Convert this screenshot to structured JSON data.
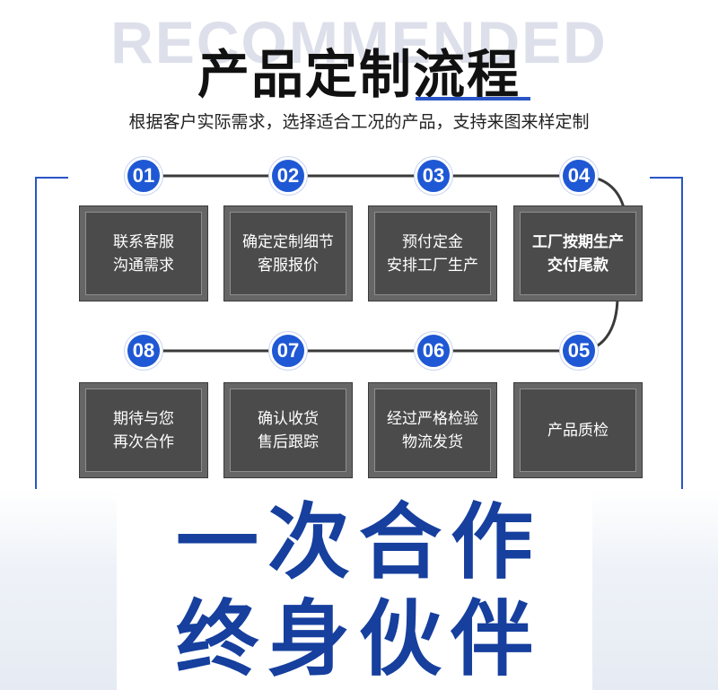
{
  "header": {
    "background_word": "RECOMMENDED",
    "title": "产品定制流程",
    "subtitle": "根据客户实际需求，选择适合工况的产品，支持来图来样定制"
  },
  "steps": [
    {
      "number": "01",
      "line1": "联系客服",
      "line2": "沟通需求"
    },
    {
      "number": "02",
      "line1": "确定定制细节",
      "line2": "客服报价"
    },
    {
      "number": "03",
      "line1": "预付定金",
      "line2": "安排工厂生产"
    },
    {
      "number": "04",
      "line1": "工厂按期生产",
      "line2": "交付尾款"
    },
    {
      "number": "05",
      "line1": "产品质检",
      "line2": ""
    },
    {
      "number": "06",
      "line1": "经过严格检验",
      "line2": "物流发货"
    },
    {
      "number": "07",
      "line1": "确认收货",
      "line2": "售后跟踪"
    },
    {
      "number": "08",
      "line1": "期待与您",
      "line2": "再次合作"
    }
  ],
  "slogan": {
    "line1": "一次合作",
    "line2": "终身伙伴"
  },
  "colors": {
    "accent_blue": "#1f58d4",
    "slogan_blue": "#163f9e",
    "step_box": "#4b4b4b"
  }
}
